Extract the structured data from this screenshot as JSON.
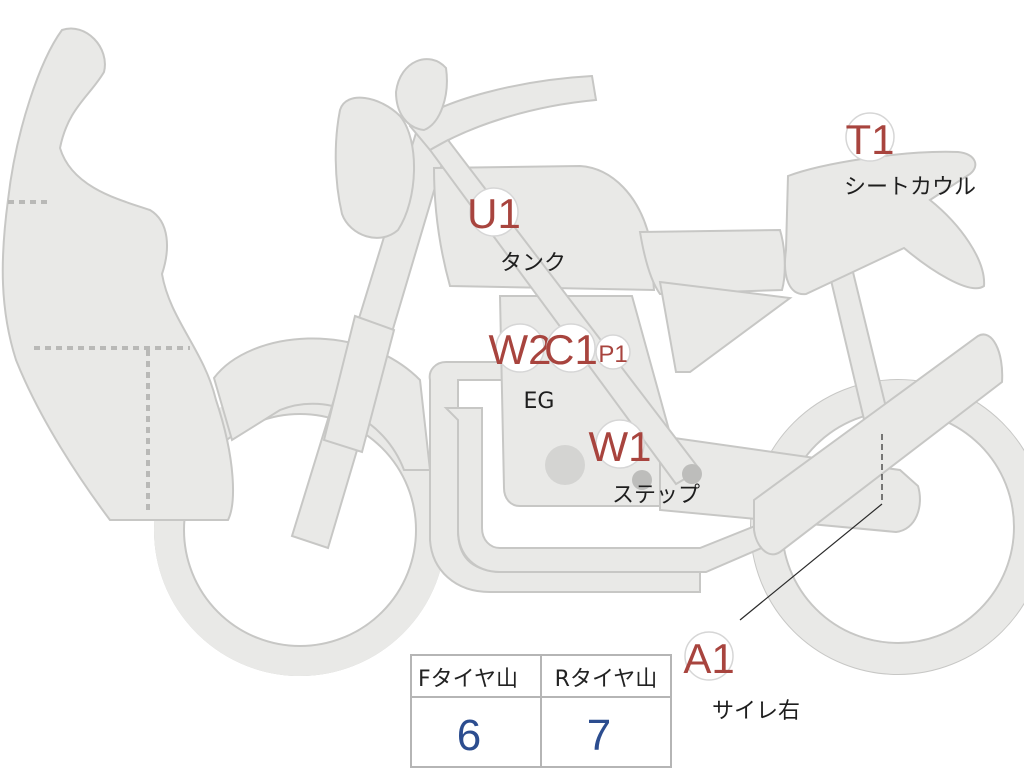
{
  "markers": [
    {
      "id": "u1",
      "code": "U1",
      "label": "タンク"
    },
    {
      "id": "t1",
      "code": "T1",
      "label": "シートカウル"
    },
    {
      "id": "w2",
      "code": "W2",
      "label": ""
    },
    {
      "id": "c1",
      "code": "C1",
      "label": ""
    },
    {
      "id": "p1",
      "code": "P1",
      "label": ""
    },
    {
      "id": "eg",
      "code": "",
      "label": "EG"
    },
    {
      "id": "w1",
      "code": "W1",
      "label": "ステップ"
    },
    {
      "id": "a1",
      "code": "A1",
      "label": "サイレ右"
    }
  ],
  "tire_table": {
    "front_header": "Fタイヤ山",
    "rear_header": "Rタイヤ山",
    "front_value": "6",
    "rear_value": "7"
  },
  "colors": {
    "body_fill": "#e9e9e7",
    "body_outline": "#c7c7c5",
    "code_text": "#a8443e",
    "value_text": "#2c4d8f"
  }
}
